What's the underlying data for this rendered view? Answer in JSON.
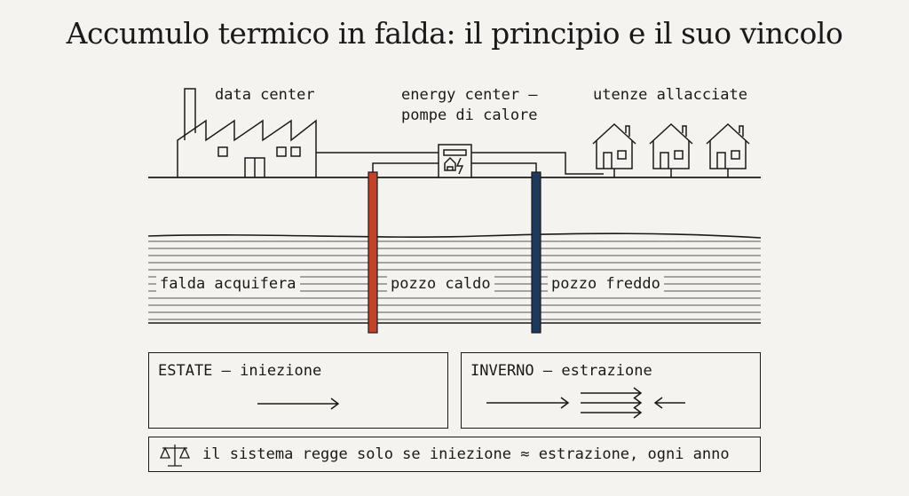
{
  "title": "Accumulo termico in falda: il principio e il suo vincolo",
  "labels": {
    "data_center": "data center",
    "energy_center_line1": "energy center —",
    "energy_center_line2": "pompe di calore",
    "utenze": "utenze allacciate",
    "falda": "falda acquifera",
    "pozzo_caldo": "pozzo caldo",
    "pozzo_freddo": "pozzo freddo"
  },
  "panels": {
    "estate": "ESTATE — iniezione",
    "inverno": "INVERNO — estrazione"
  },
  "footer": {
    "icon": "balance-scale-icon",
    "text": "il sistema regge solo se iniezione ≈ estrazione, ogni anno"
  },
  "colors": {
    "hot_well": "#c0432a",
    "cold_well": "#1d3a5c",
    "ink": "#1a1a1a",
    "background": "#f5f3f0"
  }
}
